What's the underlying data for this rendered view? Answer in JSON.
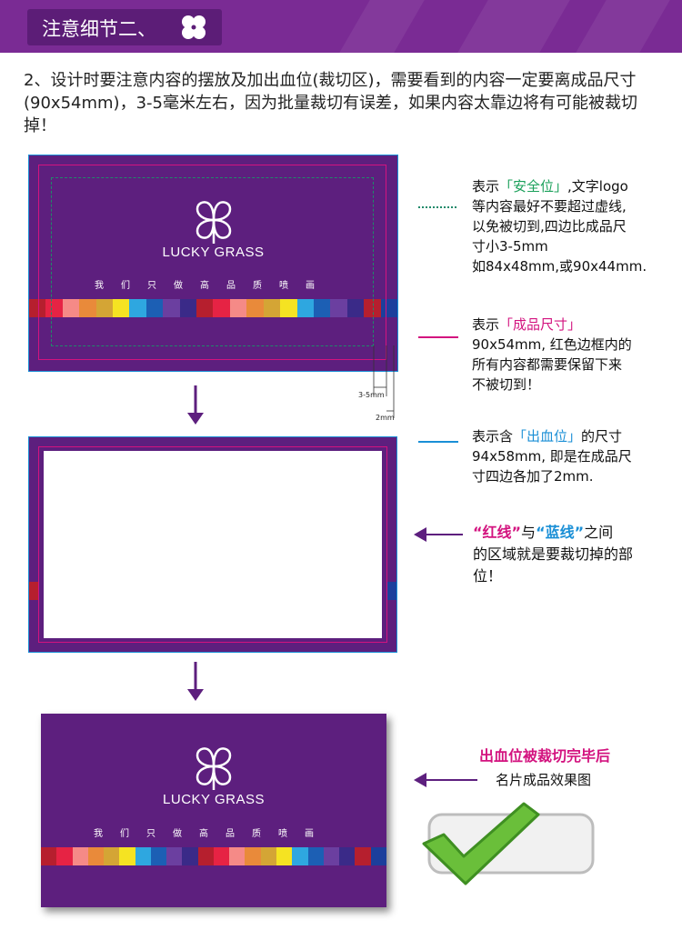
{
  "header": {
    "title": "注意细节二、"
  },
  "intro": {
    "text": "2、设计时要注意内容的摆放及加出血位(裁切区)，需要看到的内容一定要离成品尺寸(90x54mm)，3-5毫米左右，因为批量裁切有误差，如果内容太靠边将有可能被裁切掉！"
  },
  "card": {
    "brand": "LUCKY GRASS",
    "slogan": "我们只做高品质喷画",
    "stripe_colors": [
      "#b61f2e",
      "#e62344",
      "#f58a87",
      "#e98a3a",
      "#d4a535",
      "#f5e322",
      "#2ea7e0",
      "#1c5fb4",
      "#6b3fa0",
      "#3a2a88",
      "#b61f2e",
      "#e62344",
      "#f58a87",
      "#e98a3a",
      "#d4a535",
      "#f5e322",
      "#2ea7e0",
      "#1c5fb4",
      "#6b3fa0",
      "#3a2a88",
      "#b61f2e",
      "#1c3f9c"
    ],
    "dim_small": "3-5mm",
    "dim_bleed": "2mm"
  },
  "legend_safe": {
    "prefix": "表示",
    "keyword": "「安全位」",
    "suffix": ",文字logo",
    "lines": [
      "等内容最好不要超过虚线,",
      "以免被切到,四边比成品尺",
      "寸小3-5mm",
      "如84x48mm,或90x44mm."
    ]
  },
  "legend_trim": {
    "prefix": "表示",
    "keyword": "「成品尺寸」",
    "lines": [
      "90x54mm, 红色边框内的",
      "所有内容都需要保留下来",
      "不被切到！"
    ]
  },
  "legend_bleed": {
    "prefix": "表示含",
    "keyword": "「出血位」",
    "suffix": "的尺寸",
    "lines": [
      "94x58mm, 即是在成品尺",
      "寸四边各加了2mm."
    ]
  },
  "cut_note": {
    "red_word": "“红线”",
    "mid": "与",
    "blue_word": "“蓝线”",
    "tail": "之间",
    "lines": [
      "的区域就是要裁切掉的部",
      "位！"
    ]
  },
  "final_note": {
    "line1": "出血位被裁切完毕后",
    "line2": "名片成品效果图"
  },
  "colors": {
    "purple": "#5d1f7e",
    "header": "#7a2b94",
    "bleed_blue": "#1a8fd6",
    "trim_pink": "#d3137f",
    "safe_green": "#1f8a6a",
    "check_green": "#6abf3a"
  }
}
